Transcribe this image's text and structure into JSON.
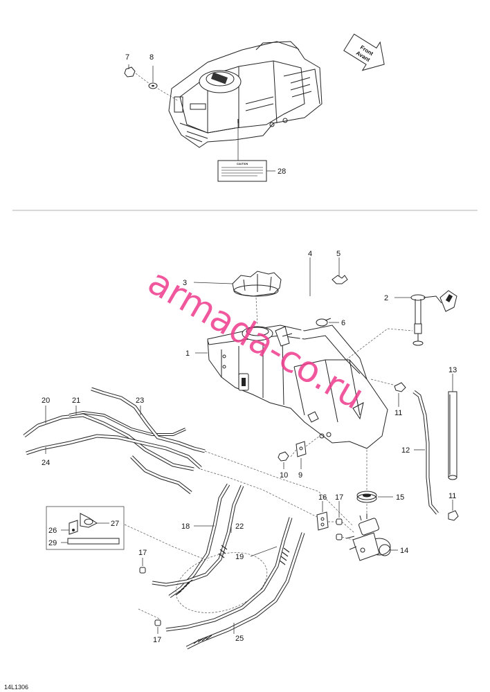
{
  "diagram_code": "14L1306",
  "watermark": "armada-co.ru",
  "direction_arrow": {
    "line1": "Front",
    "line2": "Avant"
  },
  "caution_label": {
    "heading": "CAUTION"
  },
  "callouts": {
    "c1": "1",
    "c2": "2",
    "c3": "3",
    "c4": "4",
    "c5": "5",
    "c6": "6",
    "c7": "7",
    "c8": "8",
    "c9": "9",
    "c10": "10",
    "c11a": "11",
    "c11b": "11",
    "c12": "12",
    "c13": "13",
    "c14": "14",
    "c15": "15",
    "c16": "16",
    "c17a": "17",
    "c17b": "17",
    "c17c": "17",
    "c18": "18",
    "c19": "19",
    "c20": "20",
    "c21": "21",
    "c22": "22",
    "c23": "23",
    "c24": "24",
    "c25": "25",
    "c26": "26",
    "c27": "27",
    "c28": "28",
    "c29": "29"
  }
}
